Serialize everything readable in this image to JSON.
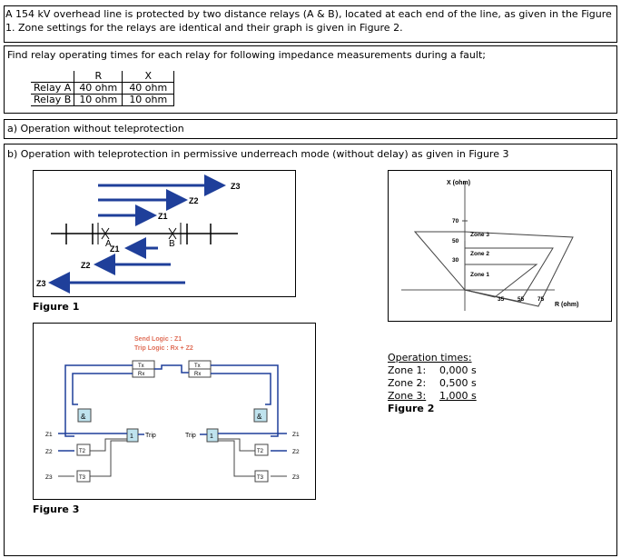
{
  "problem": {
    "intro": "A 154 kV overhead line is protected by two distance relays (A & B), located at each end of the line, as given in the Figure 1. Zone settings for the relays are identical and their graph is given in Figure 2.",
    "task": "Find relay operating times for each relay for following impedance measurements during a fault;",
    "table": {
      "headers": [
        "",
        "R",
        "X"
      ],
      "rows": [
        {
          "relay": "Relay A",
          "r": "40 ohm",
          "x": "40 ohm"
        },
        {
          "relay": "Relay B",
          "r": "10 ohm",
          "x": "10 ohm"
        }
      ]
    },
    "question_a": "a) Operation without teleprotection",
    "question_b": "b) Operation with teleprotection in permissive underreach mode (without delay) as given in Figure 3"
  },
  "figure1": {
    "caption": "Figure 1",
    "labels": {
      "z3_top": "Z3",
      "z2_top": "Z2",
      "z1_top": "Z1",
      "z1_bot": "Z1",
      "z2_bot": "Z2",
      "z3_bot": "Z3",
      "relay_a": "A",
      "relay_b": "B"
    }
  },
  "figure2": {
    "caption": "Figure 2",
    "x_axis_label": "X (ohm)",
    "r_axis_label": "R (ohm)",
    "x_ticks": [
      "70",
      "50",
      "30"
    ],
    "r_ticks": [
      "35",
      "55",
      "75"
    ],
    "zones": [
      "Zone 3",
      "Zone 2",
      "Zone 1"
    ],
    "operation_times": {
      "title": "Operation times:",
      "rows": [
        {
          "zone": "Zone 1:",
          "time": "0,000 s"
        },
        {
          "zone": "Zone 2:",
          "time": "0,500 s"
        },
        {
          "zone": "Zone 3:",
          "time": "1,000 s"
        }
      ]
    }
  },
  "figure3": {
    "caption": "Figure 3",
    "send_logic": "Send Logic : Z1",
    "trip_logic": "Trip Logic : Rx + Z2",
    "tx": "Tx",
    "rx": "Rx",
    "and_symbol": "&",
    "or_symbol": "1",
    "trip_label": "Trip",
    "t2": "T2",
    "t3": "T3",
    "zone_labels": [
      "Z1",
      "Z2",
      "Z3"
    ],
    "accent_color": "#e0705a",
    "wire_color": "#1f3f9a",
    "box_fill": "#bfe3ee"
  },
  "colors": {
    "line_blue": "#1f3f9a"
  }
}
